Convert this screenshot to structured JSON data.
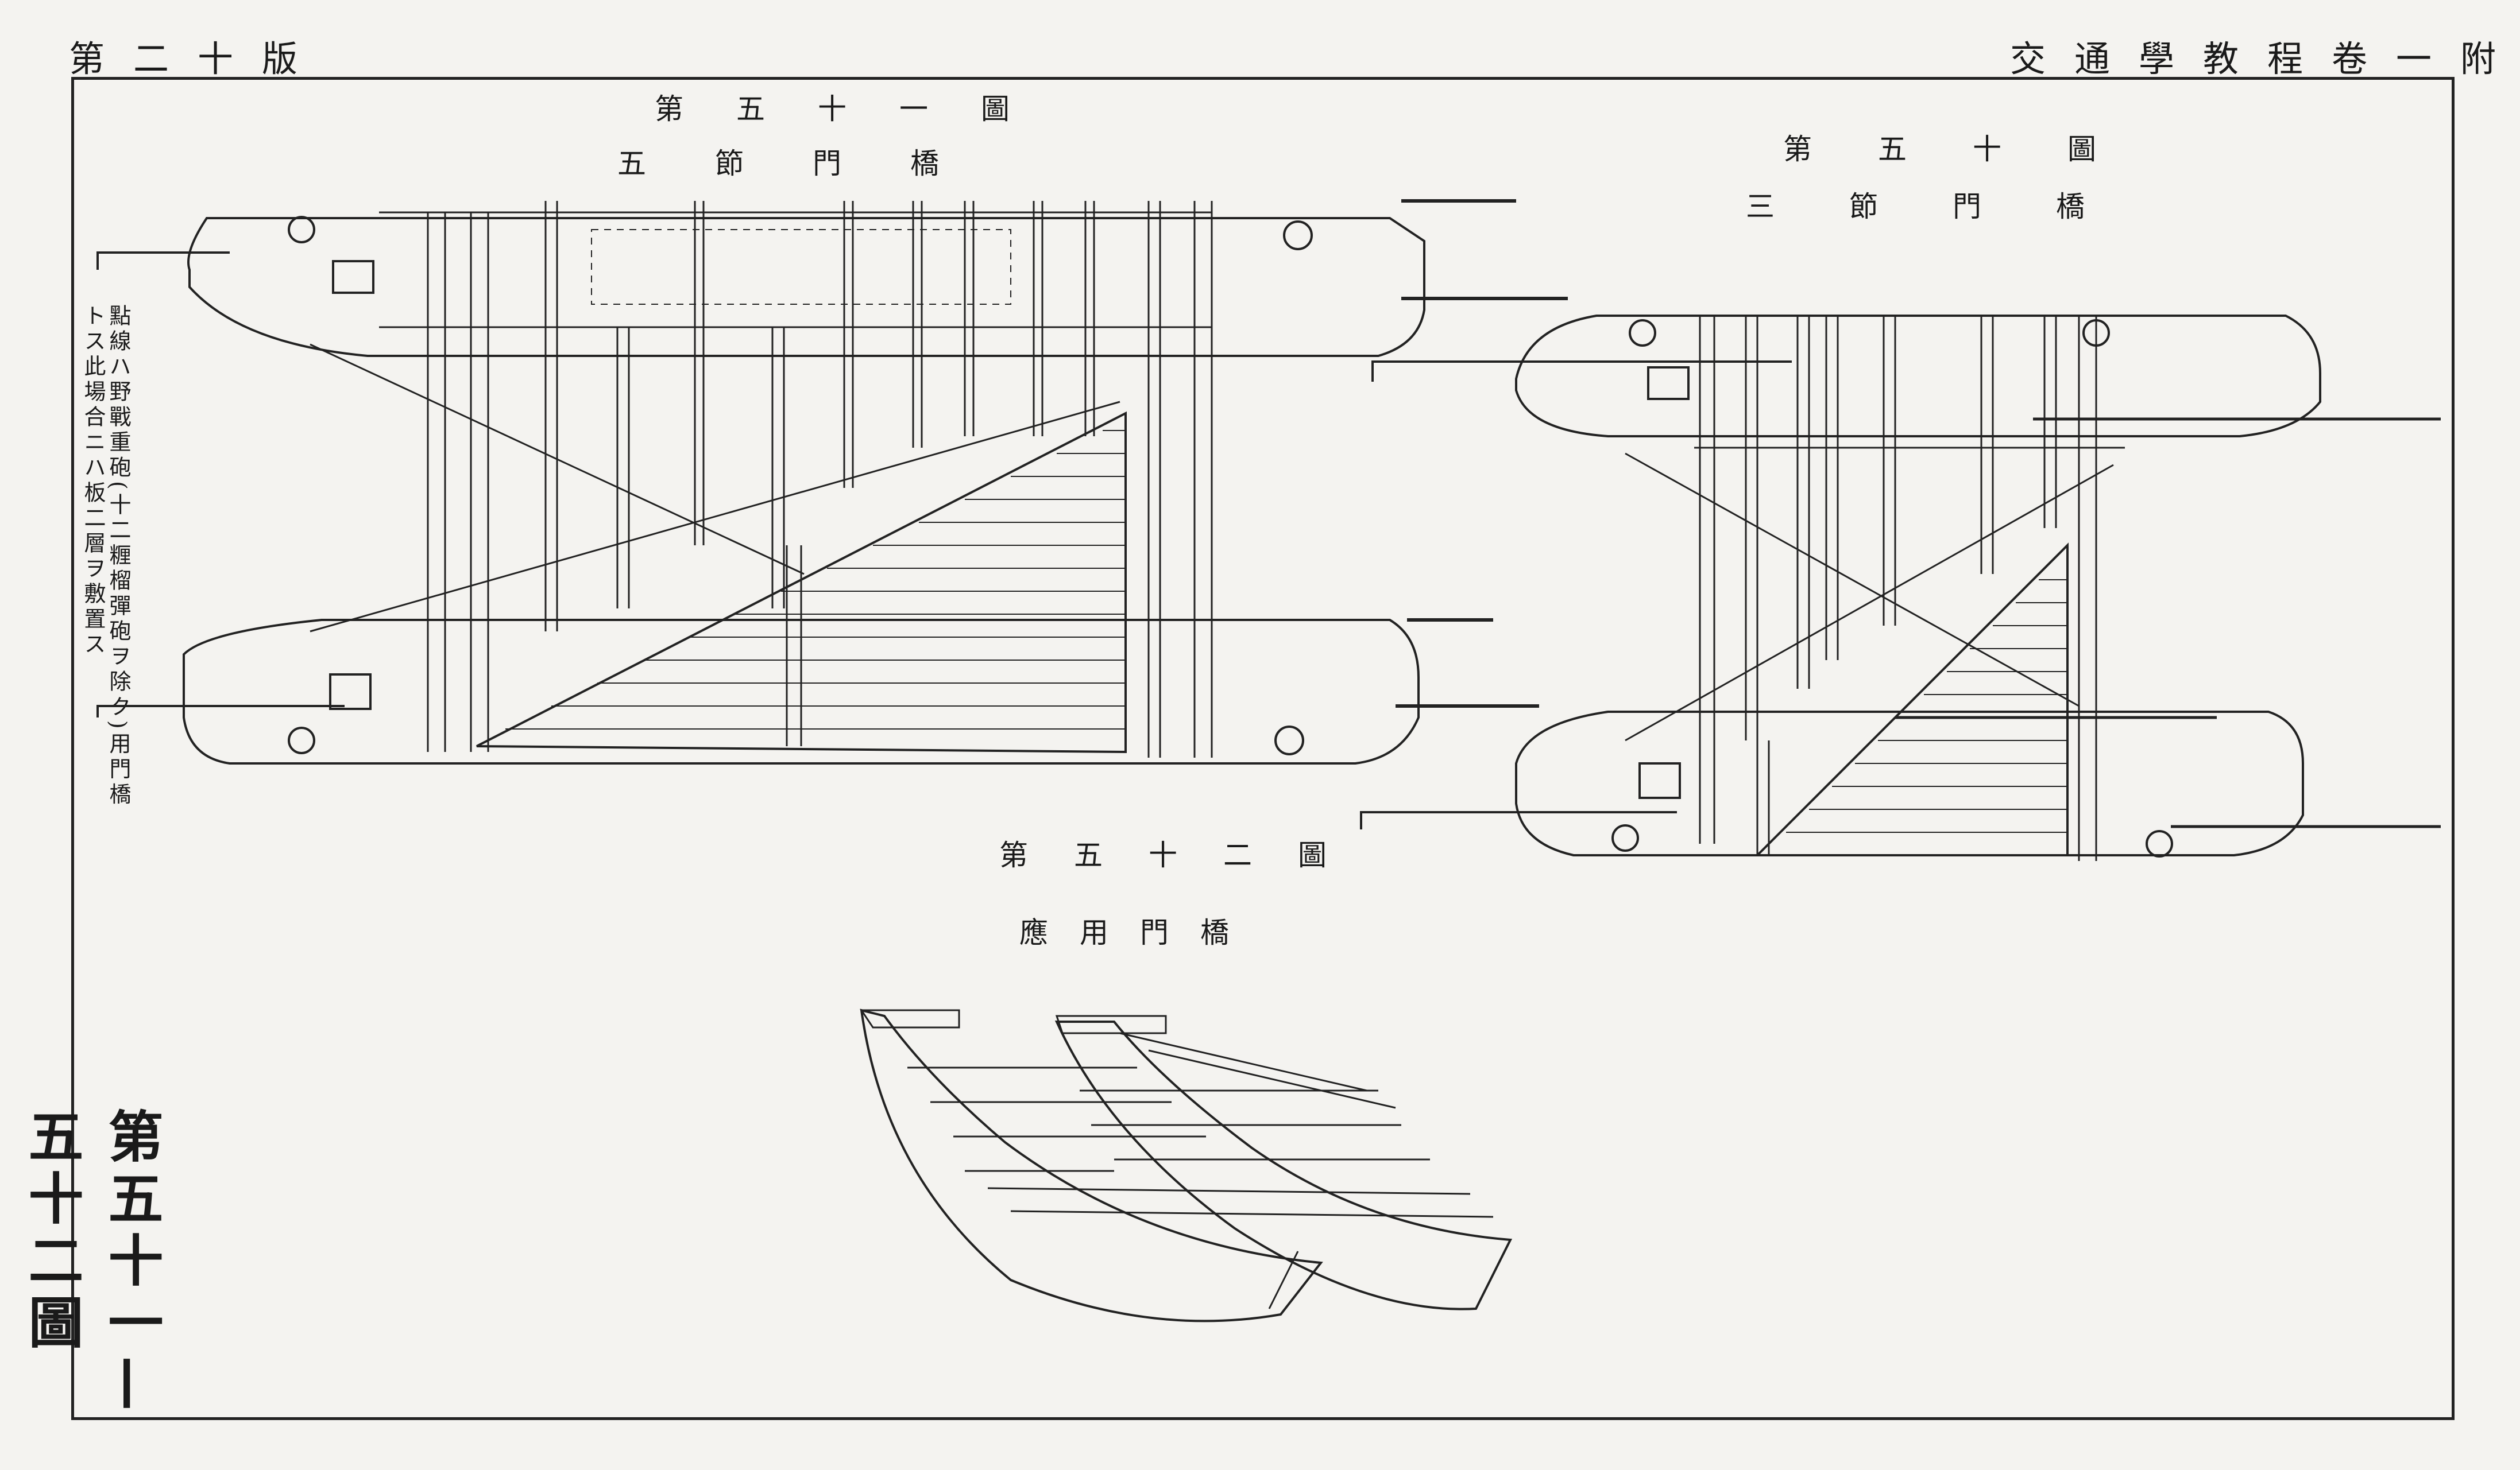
{
  "header": {
    "plate_left": "第二十版",
    "title_right": "交通學教程卷一附圖"
  },
  "figures": {
    "fig51": {
      "number": "第五十一圖",
      "title": "五節門橋"
    },
    "fig50": {
      "number": "第五十圖",
      "title": "三節門橋"
    },
    "fig52": {
      "number": "第五十二圖",
      "title": "應用門橋"
    }
  },
  "side_note": "點線ハ野戰重砲(十二糎榴彈砲ヲ除ク)用門橋\nトス此場合ニハ板二層ヲ敷置ス",
  "plate_label": "第五十一—五十二圖"
}
